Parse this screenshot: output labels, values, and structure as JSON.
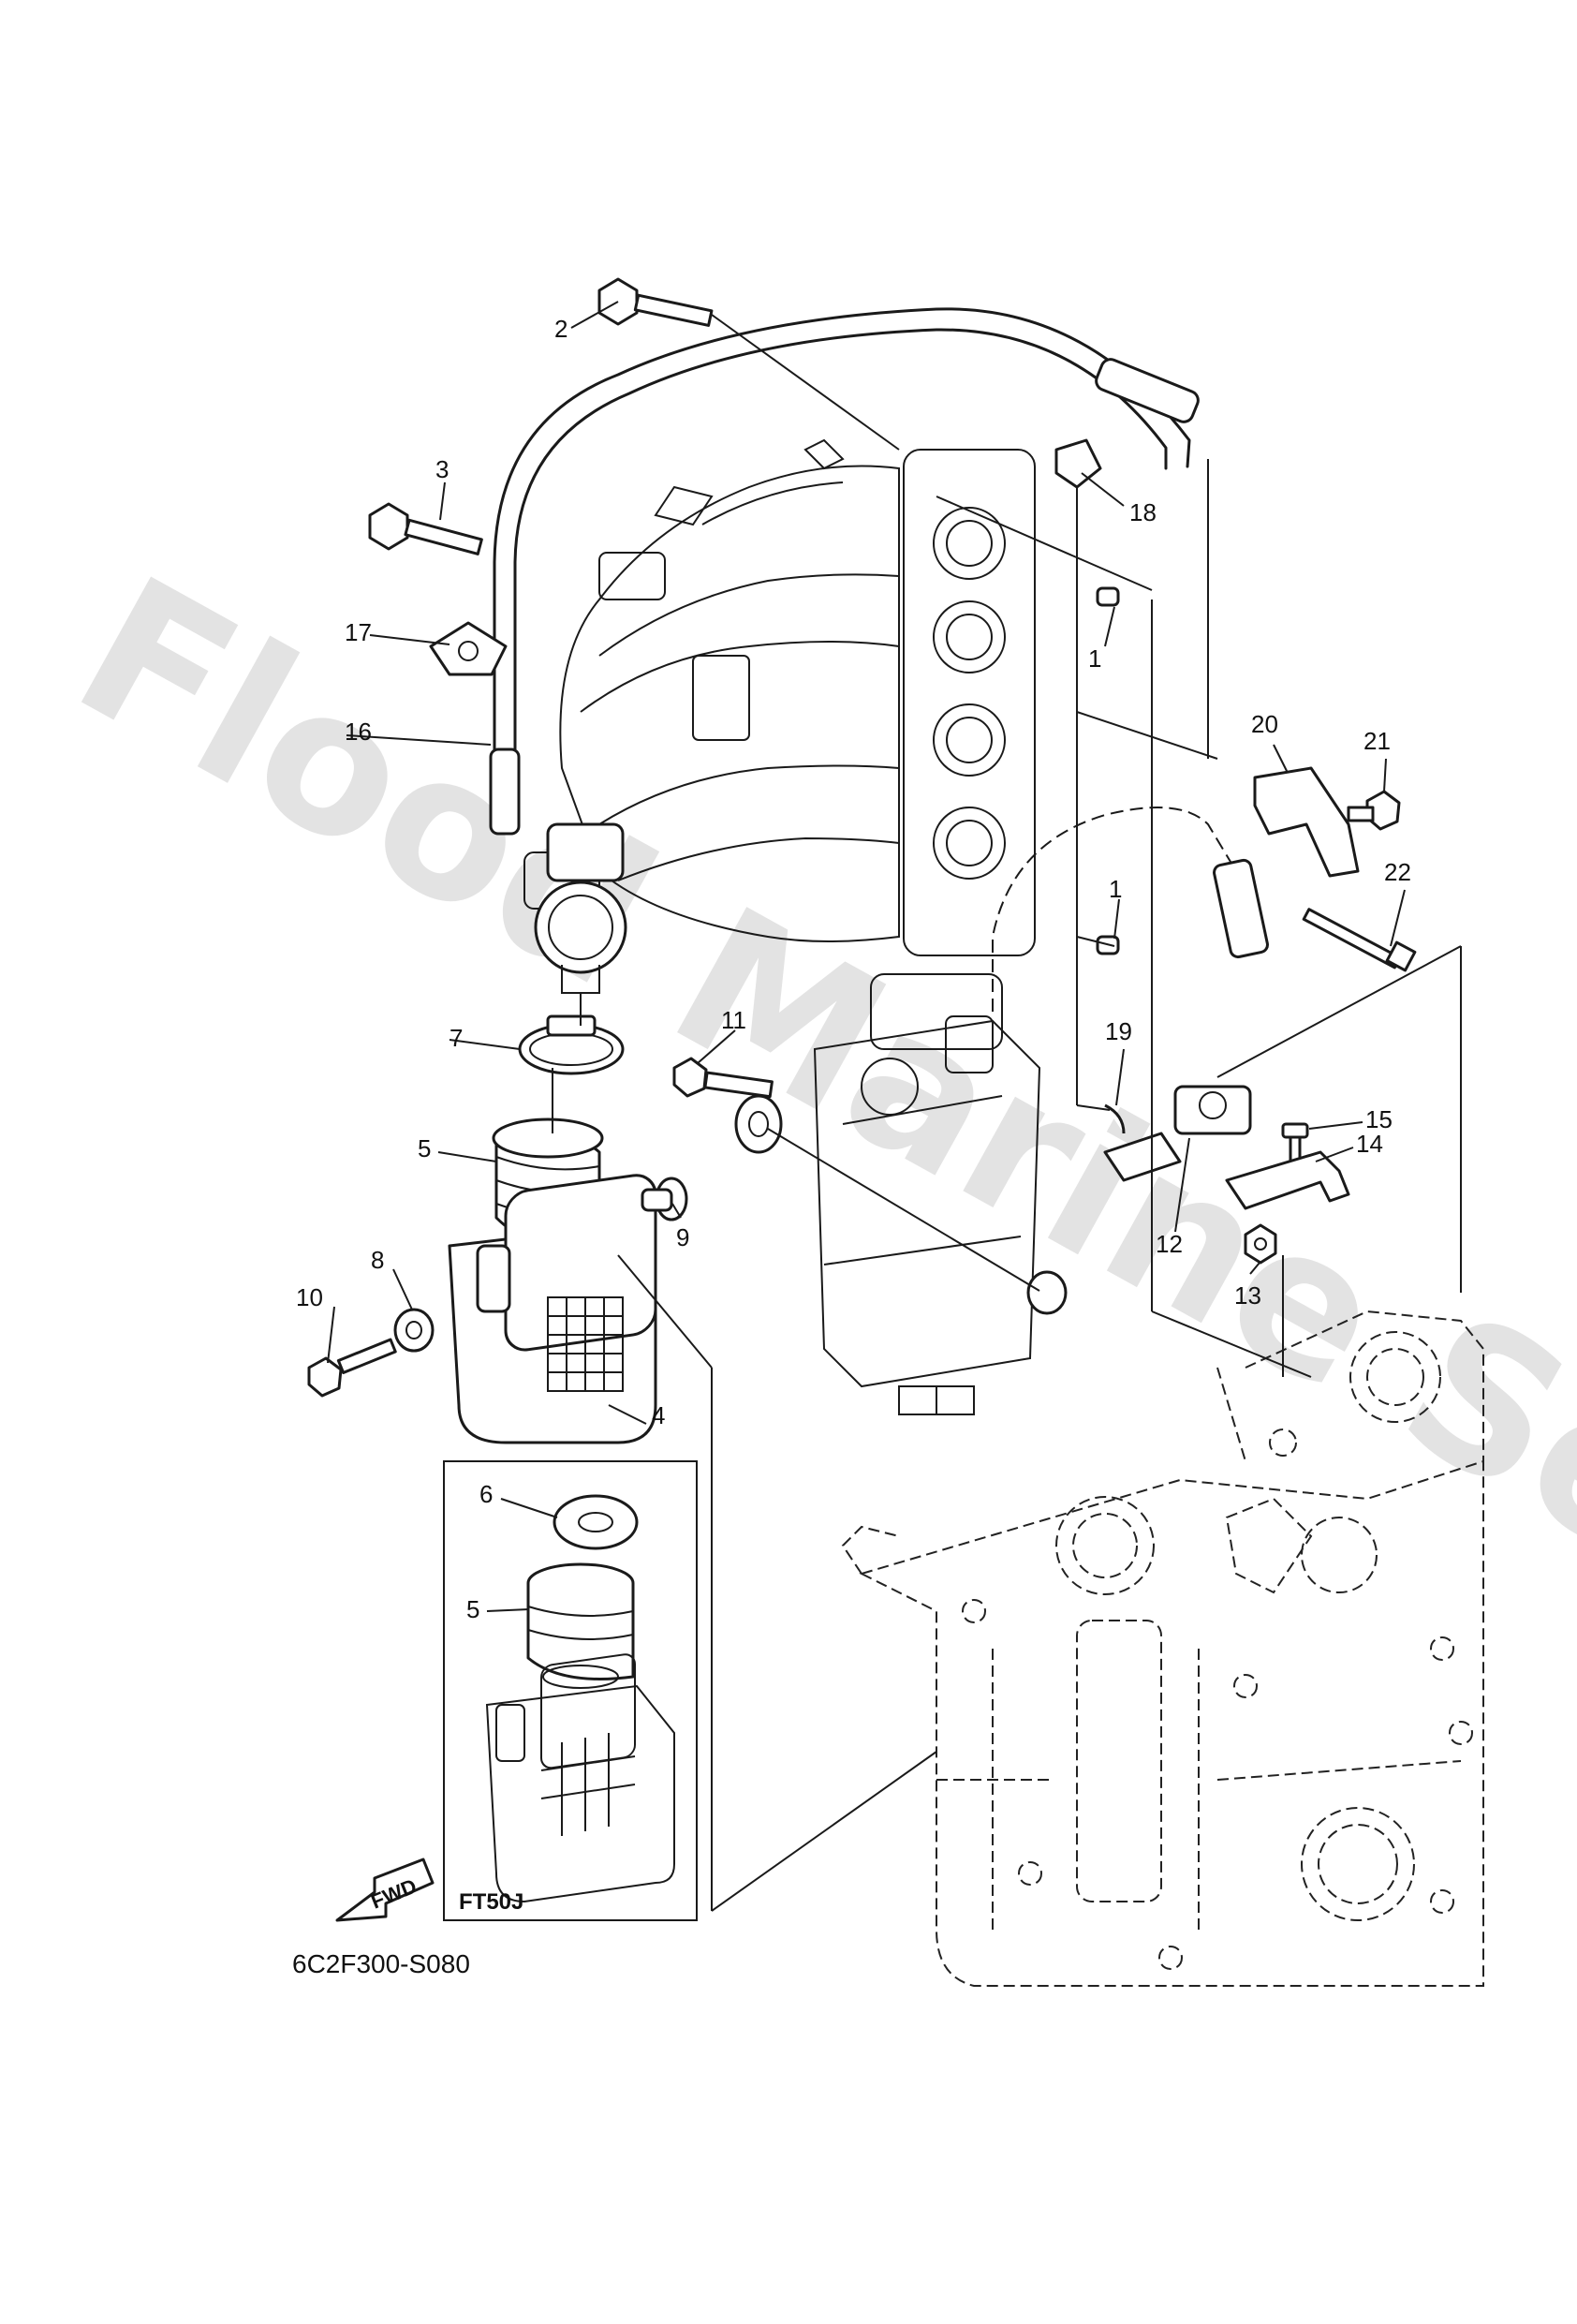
{
  "watermark": "Flood Marine Series",
  "diagram_code": "6C2F300-S080",
  "inset_label": "FT50J",
  "fwd_label": "FWD",
  "callouts": {
    "c1a": "1",
    "c1b": "1",
    "c2": "2",
    "c3": "3",
    "c4": "4",
    "c5a": "5",
    "c5b": "5",
    "c6": "6",
    "c7": "7",
    "c8": "8",
    "c9": "9",
    "c10": "10",
    "c11": "11",
    "c12": "12",
    "c13": "13",
    "c14": "14",
    "c15": "15",
    "c16": "16",
    "c17": "17",
    "c18": "18",
    "c19": "19",
    "c20": "20",
    "c21": "21",
    "c22": "22"
  }
}
